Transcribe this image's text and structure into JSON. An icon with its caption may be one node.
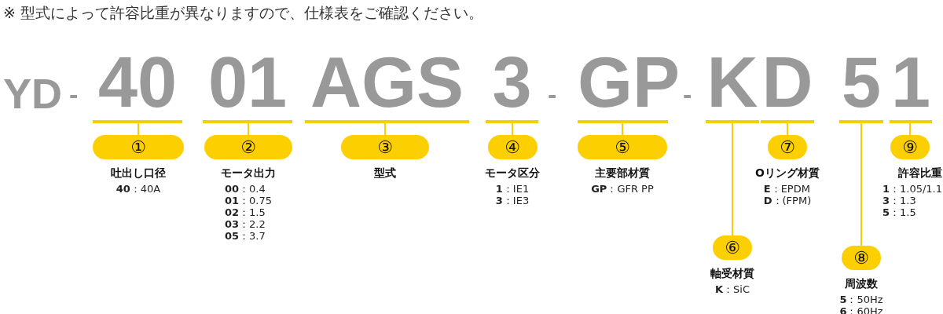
{
  "diagram": {
    "nodes": [
      {
        "text": [
          "40"
        ]
      },
      {
        "text": [
          "01"
        ]
      },
      {
        "text": [
          "AGS"
        ]
      },
      {
        "text": [
          "3"
        ]
      },
      {
        "text": [
          "GP"
        ]
      },
      {
        "text": [
          "K"
        ]
      },
      {
        "text": [
          "D"
        ]
      },
      {
        "text": [
          "5"
        ]
      },
      {
        "text": [
          "1"
        ]
      },
      {
        "text": [
          "①"
        ],
        "beside": [
          "吐出し口径",
          "**40**：40A"
        ]
      },
      {
        "text": [
          "②"
        ],
        "beside": [
          "モータ出力",
          "**00**：0.4",
          "**01**：0.75",
          "**02**：1.5",
          "**03**：2.2",
          "**05**：3.7"
        ]
      },
      {
        "text": [
          "③"
        ],
        "beside": [
          "型式"
        ]
      },
      {
        "text": [
          "④"
        ],
        "beside": [
          "モータ区分",
          "**1**：IE1",
          "**3**：IE3"
        ]
      },
      {
        "text": [
          "⑤"
        ],
        "beside": [
          "主要部材質",
          "**GP**：GFR PP"
        ]
      },
      {
        "text": [
          "⑥"
        ],
        "beside": [
          "軸受材質",
          "**K**：SiC"
        ]
      },
      {
        "text": [
          "⑦"
        ],
        "beside": [
          "Oリング材質",
          "**E**：EPDM",
          "**D**：(FPM)"
        ]
      },
      {
        "text": [
          "⑧"
        ],
        "beside": [
          "周波数",
          "**5**：50Hz",
          "**6**：60Hz"
        ]
      },
      {
        "text": [
          "⑨"
        ],
        "beside": [
          "許容比重",
          "**1**：1.05/1.1",
          "**3**：1.3",
          "**5**：1.5"
        ]
      }
    ],
    "edges": [
      {
        "from": 0,
        "to": 9,
        "arrow": "none"
      },
      {
        "from": 1,
        "to": 10,
        "arrow": "none"
      },
      {
        "from": 2,
        "to": 11,
        "arrow": "none"
      },
      {
        "from": 3,
        "to": 12,
        "arrow": "none"
      },
      {
        "from": 4,
        "to": 13,
        "arrow": "none"
      },
      {
        "from": 5,
        "to": 14,
        "arrow": "none"
      },
      {
        "from": 6,
        "to": 15,
        "arrow": "none"
      },
      {
        "from": 7,
        "to": 16,
        "arrow": "none"
      },
      {
        "from": 8,
        "to": 17,
        "arrow": "none"
      }
    ],
    "labels": [
      "※ 型式によって許容比重が異なりますので、仕様表をご確認ください。",
      "YD",
      "-",
      "-",
      "-"
    ]
  }
}
